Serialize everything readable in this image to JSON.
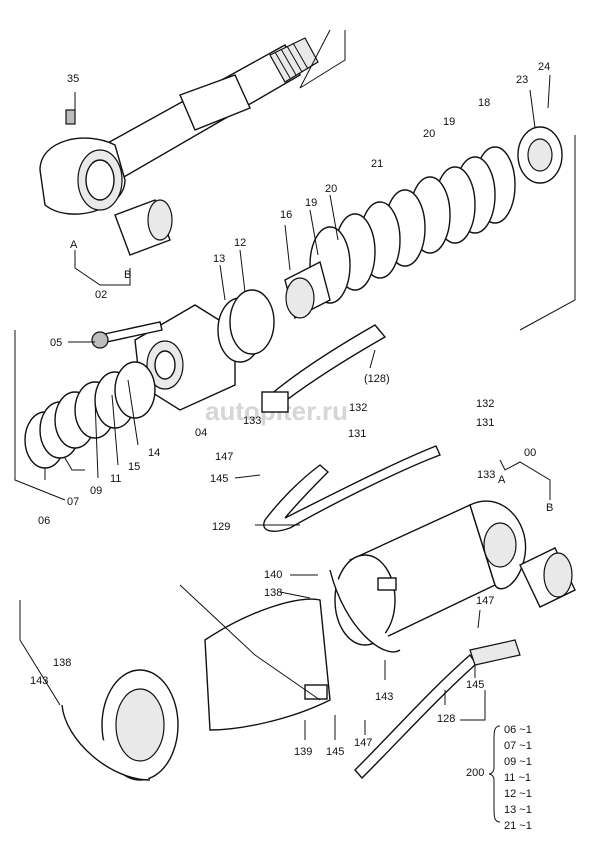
{
  "watermark": "autopiter.ru",
  "labels": {
    "l35": "35",
    "l24": "24",
    "l23": "23",
    "l18": "18",
    "l19a": "19",
    "l20a": "20",
    "l21": "21",
    "l20b": "20",
    "l19b": "19",
    "l16": "16",
    "l13": "13",
    "l12": "12",
    "lA1": "A",
    "lB1": "B",
    "l02": "02",
    "l05": "05",
    "l128a": "(128)",
    "l132a": "132",
    "l131a": "131",
    "l133a": "133",
    "l04": "04",
    "l14": "14",
    "l15": "15",
    "l11": "11",
    "l09": "09",
    "l07": "07",
    "l06": "06",
    "l132b": "132",
    "l131b": "131",
    "l133b": "133",
    "l00": "00",
    "lA2": "A",
    "lB2": "B",
    "l147a": "147",
    "l145a": "145",
    "l129": "129",
    "l140": "140",
    "l138a": "138",
    "l147b": "147",
    "l145b": "145",
    "l128b": "128",
    "l143a": "143",
    "l138b": "138",
    "l143b": "143",
    "l139": "139",
    "l145c": "145",
    "l147c": "147"
  },
  "kit": {
    "label": "200",
    "items": [
      "06 ~1",
      "07 ~1",
      "09 ~1",
      "11 ~1",
      "12 ~1",
      "13 ~1",
      "21 ~1"
    ]
  }
}
